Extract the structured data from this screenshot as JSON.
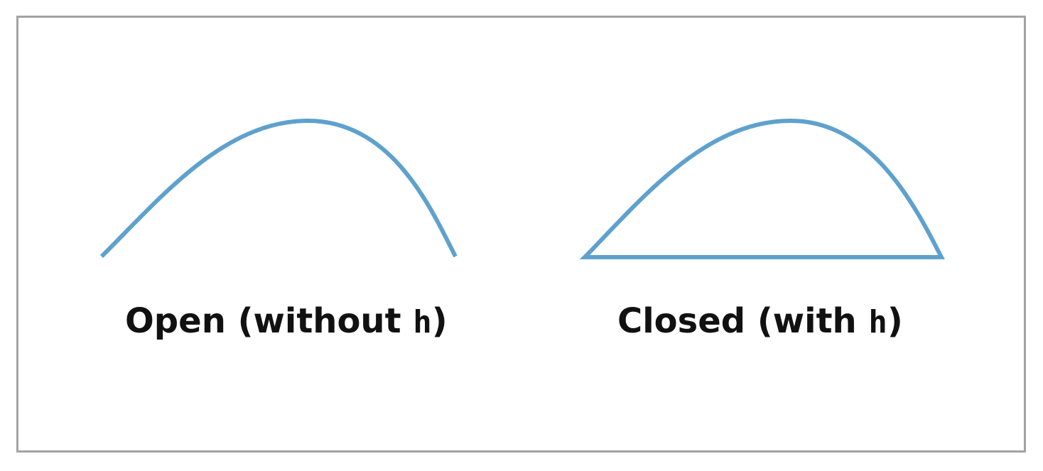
{
  "colors": {
    "curve": "#5fa1cd",
    "frame_border": "#a3a3a3",
    "text": "#111111",
    "background": "#ffffff"
  },
  "figures": [
    {
      "caption": {
        "prefix": "Open (without ",
        "code": "h",
        "suffix": ")"
      }
    },
    {
      "caption": {
        "prefix": "Closed (with ",
        "code": "h",
        "suffix": ")"
      }
    }
  ]
}
